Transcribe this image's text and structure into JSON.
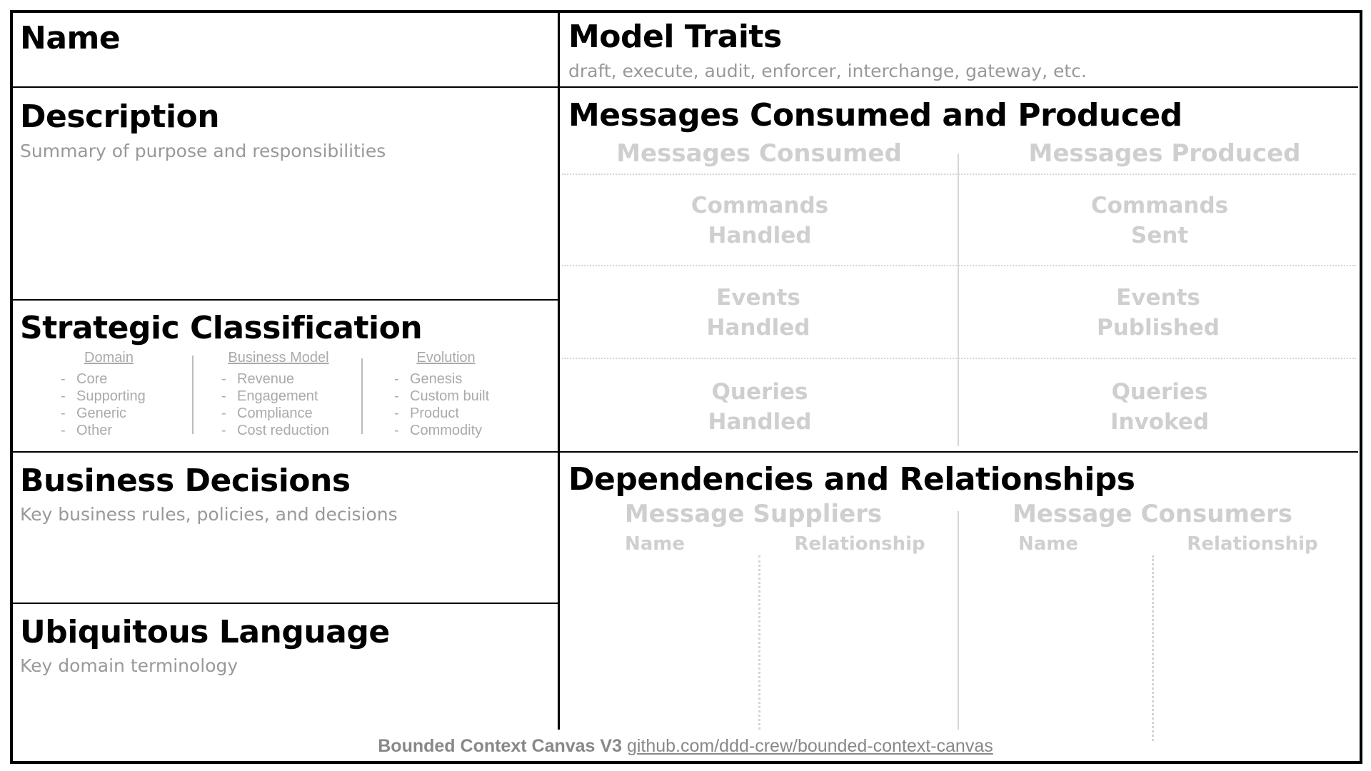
{
  "name": {
    "title": "Name"
  },
  "description": {
    "title": "Description",
    "subtitle": "Summary of purpose and responsibilities"
  },
  "strategic": {
    "title": "Strategic Classification",
    "columns": [
      {
        "header": "Domain",
        "items": [
          "Core",
          "Supporting",
          "Generic",
          "Other"
        ]
      },
      {
        "header": "Business Model",
        "items": [
          "Revenue",
          "Engagement",
          "Compliance",
          "Cost reduction"
        ]
      },
      {
        "header": "Evolution",
        "items": [
          "Genesis",
          "Custom built",
          "Product",
          "Commodity"
        ]
      }
    ],
    "bullet": "-"
  },
  "decisions": {
    "title": "Business Decisions",
    "subtitle": "Key business rules, policies, and decisions"
  },
  "language": {
    "title": "Ubiquitous Language",
    "subtitle": "Key domain terminology"
  },
  "traits": {
    "title": "Model Traits",
    "subtitle": "draft, execute, audit, enforcer, interchange, gateway, etc."
  },
  "messages": {
    "title": "Messages Consumed and Produced",
    "consumed": {
      "header": "Messages Consumed",
      "commands": [
        "Commands",
        "Handled"
      ],
      "events": [
        "Events",
        "Handled"
      ],
      "queries": [
        "Queries",
        "Handled"
      ]
    },
    "produced": {
      "header": "Messages Produced",
      "commands": [
        "Commands",
        "Sent"
      ],
      "events": [
        "Events",
        "Published"
      ],
      "queries": [
        "Queries",
        "Invoked"
      ]
    }
  },
  "dependencies": {
    "title": "Dependencies and Relationships",
    "suppliers": {
      "header": "Message Suppliers",
      "name": "Name",
      "relationship": "Relationship"
    },
    "consumers": {
      "header": "Message Consumers",
      "name": "Name",
      "relationship": "Relationship"
    }
  },
  "footer": {
    "label": "Bounded Context Canvas V3",
    "link": "github.com/ddd-crew/bounded-context-canvas"
  }
}
